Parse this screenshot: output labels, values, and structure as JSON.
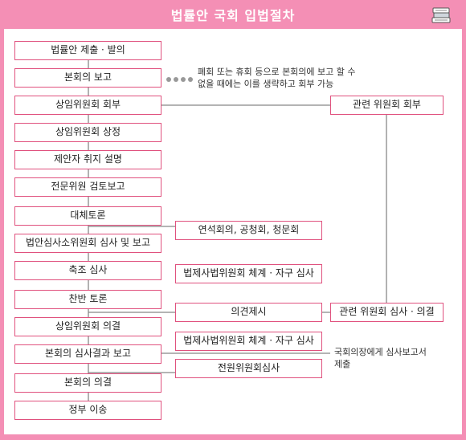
{
  "header": {
    "title": "법률안 국회 입법절차",
    "icon": "books-icon"
  },
  "colors": {
    "frame": "#f48fb5",
    "box_border": "#e0517e",
    "line": "#888888"
  },
  "main_steps": [
    "법률안 제출 · 발의",
    "본회의 보고",
    "상임위원회 회부",
    "상임위원회 상정",
    "제안자 취지 설명",
    "전문위원 검토보고",
    "대체토론",
    "법안심사소위원회 심사 및 보고",
    "축조 심사",
    "찬반 토론",
    "상임위원회 의결",
    "본회의 심사결과 보고",
    "본회의 의결",
    "정부 이송"
  ],
  "side_steps": [
    "연석회의, 공청회, 청문회",
    "법제사법위원회 체계 · 자구 심사",
    "의견제시",
    "법제사법위원회 체계 · 자구 심사",
    "전원위원회심사"
  ],
  "right_steps": [
    "관련 위원회 회부",
    "관련 위원회 심사 · 의결"
  ],
  "notes": {
    "report_line1": "폐회 또는 휴회 등으로 본회의에 보고 할 수",
    "report_line2": "없을 때에는 이를 생략하고 회부 가능",
    "speaker_line1": "국회의장에게 심사보고서",
    "speaker_line2": "제출"
  }
}
